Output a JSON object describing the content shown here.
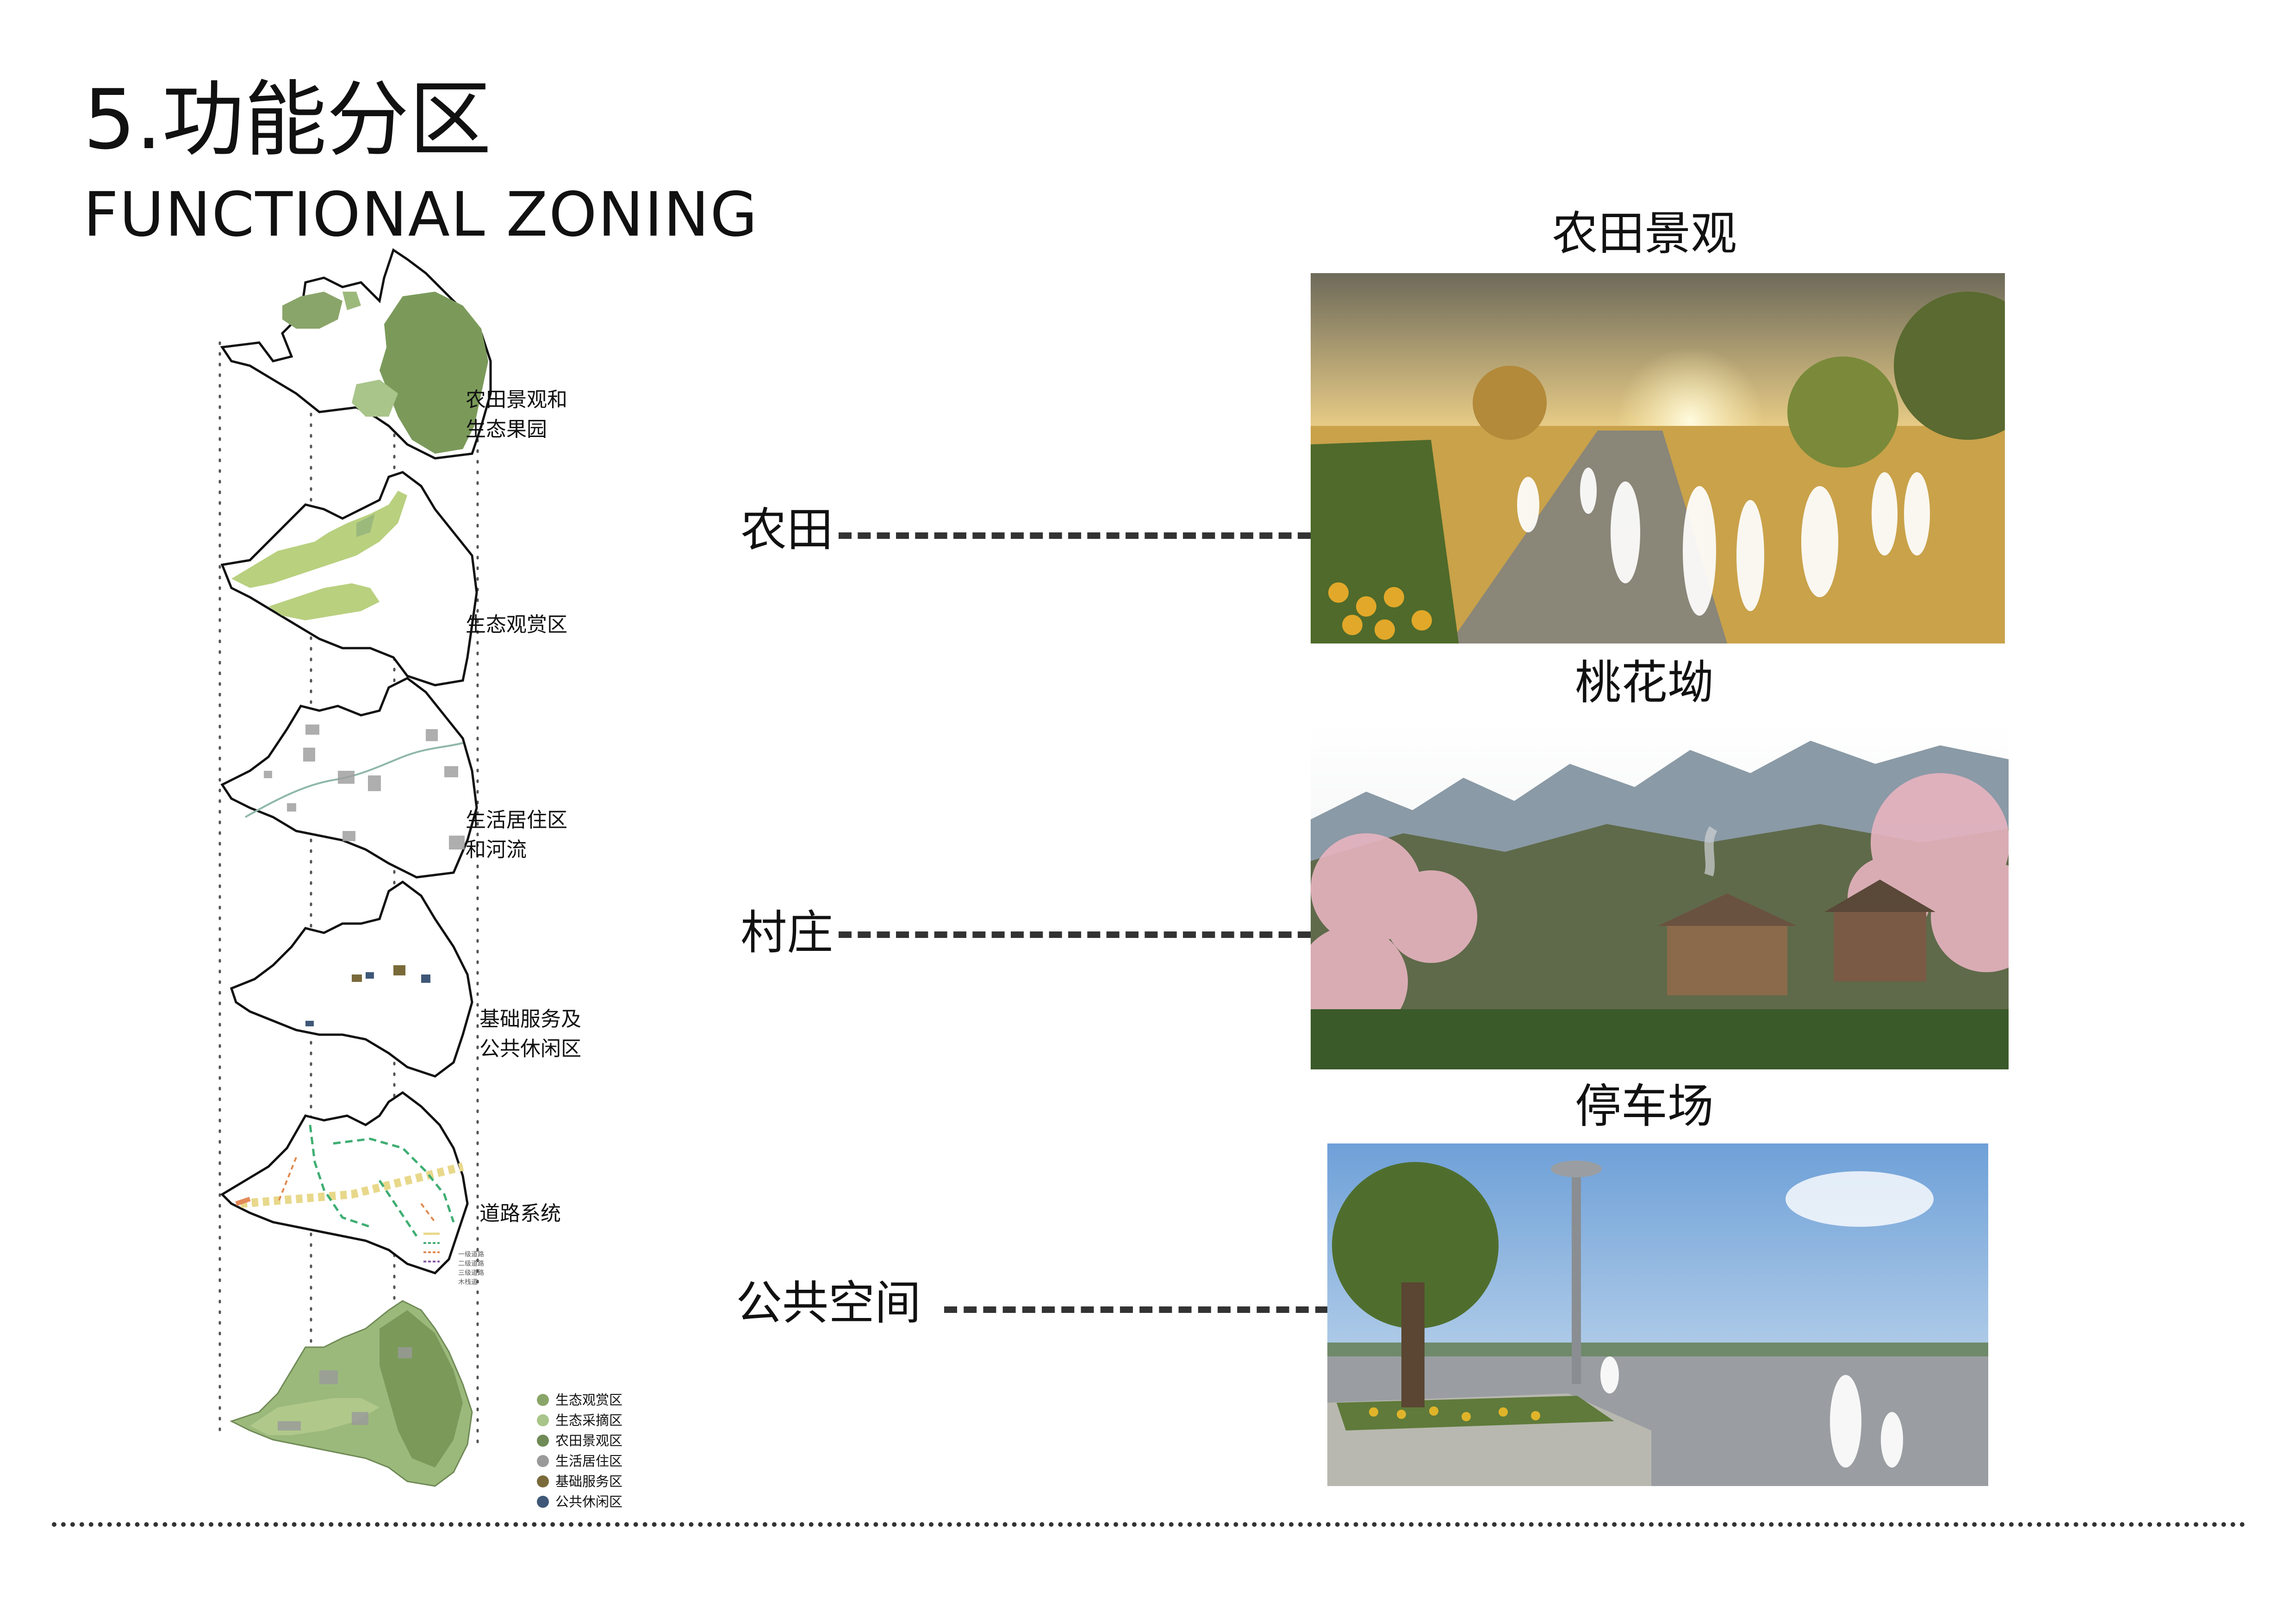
{
  "header": {
    "title_cn": "5.功能分区",
    "title_en": "FUNCTIONAL ZONING"
  },
  "diagram_labels": [
    [
      "农田景观和",
      "生态果园"
    ],
    [
      "生态观赏区"
    ],
    [
      "生活居住区",
      "和河流"
    ],
    [
      "基础服务及",
      "公共休闲区"
    ],
    [
      "道路系统"
    ]
  ],
  "road_legend": [
    "一级道路",
    "二级道路",
    "三级道路",
    "木栈道"
  ],
  "legend": [
    {
      "label": "生态观赏区",
      "color": "#8aa56a"
    },
    {
      "label": "生态采摘区",
      "color": "#a9c58a"
    },
    {
      "label": "农田景观区",
      "color": "#6f8a56"
    },
    {
      "label": "生活居住区",
      "color": "#9a9a9a"
    },
    {
      "label": "基础服务区",
      "color": "#7a6a3a"
    },
    {
      "label": "公共休闲区",
      "color": "#3f5878"
    }
  ],
  "categories": [
    "农田",
    "村庄",
    "公共空间"
  ],
  "photos": [
    {
      "title": "农田景观"
    },
    {
      "title": "桃花坳"
    },
    {
      "title": "停车场"
    }
  ],
  "colors": {
    "dark_green": "#7b9a5a",
    "mid_green": "#9cb97c",
    "light_green": "#b9d07f",
    "grey_block": "#a0a0a0",
    "divider": "#333333"
  }
}
